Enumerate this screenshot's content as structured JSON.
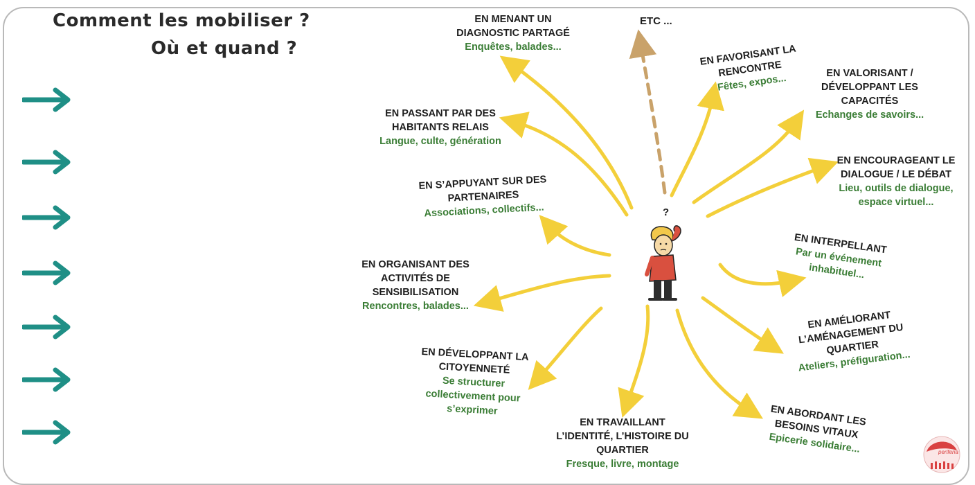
{
  "title": {
    "line1": "Comment les mobiliser ?",
    "line2": "Où et quand ?"
  },
  "side_arrows_count": 7,
  "colors": {
    "arrow": "#f3cf3a",
    "arrow_dashed": "#c9a26a",
    "side_arrow": "#1f8f86",
    "sub_text": "#3a7d35"
  },
  "center": {
    "question_mark": "?",
    "etc": "ETC ..."
  },
  "branches": [
    {
      "id": "diagnostic",
      "head": "EN MENANT UN DIAGNOSTIC PARTAGÉ",
      "sub": "Enquêtes, balades..."
    },
    {
      "id": "habitants",
      "head": "EN PASSANT PAR DES HABITANTS RELAIS",
      "sub": "Langue, culte, génération"
    },
    {
      "id": "partenaires",
      "head": "EN S’APPUYANT SUR DES PARTENAIRES",
      "sub": "Associations, collectifs..."
    },
    {
      "id": "sensibilisation",
      "head": "EN ORGANISANT DES ACTIVITÉS DE SENSIBILISATION",
      "sub": "Rencontres, balades..."
    },
    {
      "id": "citoyennete",
      "head": "EN DÉVELOPPANT LA CITOYENNETÉ",
      "sub": "Se structurer collectivement pour s’exprimer"
    },
    {
      "id": "identite",
      "head": "EN TRAVAILLANT L’IDENTITÉ, L’HISTOIRE DU QUARTIER",
      "sub": "Fresque, livre, montage"
    },
    {
      "id": "besoins",
      "head": "EN ABORDANT LES BESOINS VITAUX",
      "sub": "Epicerie solidaire..."
    },
    {
      "id": "amenagement",
      "head": "EN AMÉLIORANT L’AMÉNAGEMENT DU QUARTIER",
      "sub": "Ateliers, préfiguration..."
    },
    {
      "id": "interpellant",
      "head": "EN INTERPELLANT",
      "sub": "Par un événement inhabituel..."
    },
    {
      "id": "debat",
      "head": "EN ENCOURAGEANT LE DIALOGUE / LE DÉBAT",
      "sub": "Lieu, outils de dialogue, espace virtuel..."
    },
    {
      "id": "capacites",
      "head": "EN VALORISANT / DÉVELOPPANT LES CAPACITÉS",
      "sub": "Echanges de savoirs..."
    },
    {
      "id": "rencontre",
      "head": "EN FAVORISANT LA RENCONTRE",
      "sub": "Fêtes, expos..."
    }
  ],
  "logo_text": "periferia"
}
